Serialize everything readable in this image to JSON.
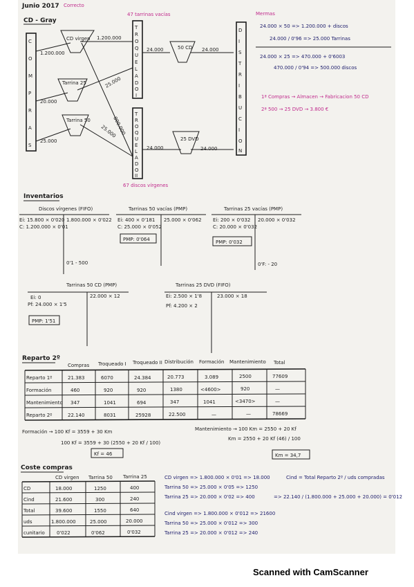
{
  "header": {
    "date": "Junio 2017",
    "status": "Correcto",
    "title": "CD - Gray"
  },
  "diagram": {
    "compras": [
      "C",
      "O",
      "M",
      "P",
      "R",
      "A",
      "S"
    ],
    "troquelado1": [
      "T",
      "R",
      "O",
      "Q",
      "U",
      "E",
      "L",
      "A",
      "D",
      "O",
      "I"
    ],
    "troquelado2": [
      "T",
      "R",
      "O",
      "Q",
      "U",
      "E",
      "L",
      "A",
      "D",
      "O",
      "II"
    ],
    "distribucion": [
      "D",
      "I",
      "S",
      "T",
      "R",
      "I",
      "B",
      "U",
      "C",
      "I",
      "O",
      "N"
    ],
    "nodes": {
      "cd_virgen": "CD virgen",
      "tarrina25": "Tarrina 25",
      "tarrina50": "Tarrina 50",
      "cd50": "50 CD",
      "dvd25": "25 DVD"
    },
    "flows": {
      "in_virgen": "1.200.000",
      "in_t25": "20.000",
      "in_t50": "25.000",
      "virgen_to_t1": "1.200.000",
      "t1_to_cd50": "24.000",
      "cd50_to_dist": "24.000",
      "t25_to_t1": "25.000",
      "cross_to_t2": "800.000",
      "t50_to_t2": "25.000",
      "t2_to_dvd": "24.000",
      "dvd_to_dist": "24.000"
    },
    "annotation_top": "47 tarrinas vacías",
    "annotation_bottom": "67 discos vírgenes"
  },
  "mermas": {
    "title": "Mermas",
    "lines": [
      "24.000 × 50 => 1.200.000 + discos",
      "24.000 / 0'96 => 25.000 Tarrinas",
      "24.000 × 25 => 470.000 + 0'6003",
      "470.000 / 0'94 => 500.000 discos"
    ],
    "note1": "1ª Compras → Almacen → Fabricacion 50 CD",
    "note2": "2ª 500 → 25 DVD → 3.800 €"
  },
  "inventarios": {
    "title": "Inventarios",
    "t_discos": {
      "title": "Discos vírgenes (FIFO)",
      "left": [
        "Ei: 15.800 × 0'020",
        "C: 1.200.000 × 0'01"
      ],
      "right": [
        "1.800.000 × 0'022",
        "0'1 - 500"
      ]
    },
    "t_tarr50": {
      "title": "Tarrinas 50 vacías (PMP)",
      "left": [
        "Ei: 400 × 0'181",
        "C: 25.000 × 0'052"
      ],
      "right": [
        "25.000 × 0'062"
      ],
      "box": "PMP: 0'064"
    },
    "t_tarr25": {
      "title": "Tarrinas 25 vacías (PMP)",
      "left": [
        "Ei: 200 × 0'032",
        "C: 20.000 × 0'032"
      ],
      "right": [
        "20.000 × 0'032",
        "0'F: - 20"
      ],
      "box": "PMP: 0'032"
    },
    "t_cd50": {
      "title": "Tarrinas 50 CD (PMP)",
      "left": [
        "Ei: 0",
        "Pf: 24.000 × 1'5"
      ],
      "right": [
        "22.000 × 12"
      ],
      "box": "PMP: 1'51"
    },
    "t_dvd25": {
      "title": "Tarrinas 25 DVD (FIFO)",
      "left": [
        "Ei: 2.500 × 1'8",
        "Pf: 4.200 × 2"
      ],
      "right": [
        "23.000 × 18"
      ]
    }
  },
  "reparto": {
    "title": "Reparto 2º",
    "headers": [
      "",
      "Compras",
      "Troqueado I",
      "Troqueado II",
      "Distribución",
      "Formación",
      "Mantenimiento",
      "Total"
    ],
    "rows": [
      [
        "Reparto 1º",
        "21.383",
        "6070",
        "24.384",
        "20.773",
        "3.089",
        "2500",
        "77609"
      ],
      [
        "Formación",
        "460",
        "920",
        "920",
        "1380",
        "<4600>",
        "920",
        "—"
      ],
      [
        "Mantenimiento",
        "347",
        "1041",
        "694",
        "347",
        "1041",
        "<3470>",
        "—"
      ],
      [
        "Reparto 2º",
        "22.140",
        "8031",
        "25928",
        "22.500",
        "—",
        "—",
        "78669"
      ]
    ],
    "formacion": [
      "Formación → 100 Kf = 3559 + 30 Km",
      "100 Kf = 3559 + 30 (2550 + 20 Kf / 100)",
      "Kf = 46"
    ],
    "mantenimiento": [
      "Mantenimiento → 100 Km = 2550 + 20 Kf",
      "Km = 2550 + 20 Kf (46) / 100",
      "Km = 34,7"
    ]
  },
  "coste_compras": {
    "title": "Coste compras",
    "headers": [
      "",
      "CD virgen",
      "Tarrina 50",
      "Tarrina 25"
    ],
    "rows": [
      [
        "CD",
        "18.000",
        "1250",
        "400"
      ],
      [
        "Cind",
        "21.600",
        "300",
        "240"
      ],
      [
        "Total",
        "39.600",
        "1550",
        "640"
      ],
      [
        "uds",
        "1.800.000",
        "25.000",
        "20.000"
      ],
      [
        "cunitario",
        "0'022",
        "0'062",
        "0'032"
      ]
    ],
    "notes": [
      "CD virgen => 1.800.000 × 0'01 => 18.000",
      "Tarrina 50 => 25.000 × 0'05 => 1250",
      "Tarrina 25 => 20.000 × 0'02 => 400",
      "Cind virgen => 1.800.000 × 0'012 => 21600",
      "Tarrina 50 => 25.000 × 0'012 => 300",
      "Tarrina 25 => 20.000 × 0'012 => 240"
    ],
    "cind_formula": "Cind = Total Reparto 2º / uds compradas",
    "cind_calc": "=> 22.140 / (1.800.000 + 25.000 + 20.000) = 0'012"
  },
  "footer": {
    "scanner": "Scanned with CamScanner"
  }
}
